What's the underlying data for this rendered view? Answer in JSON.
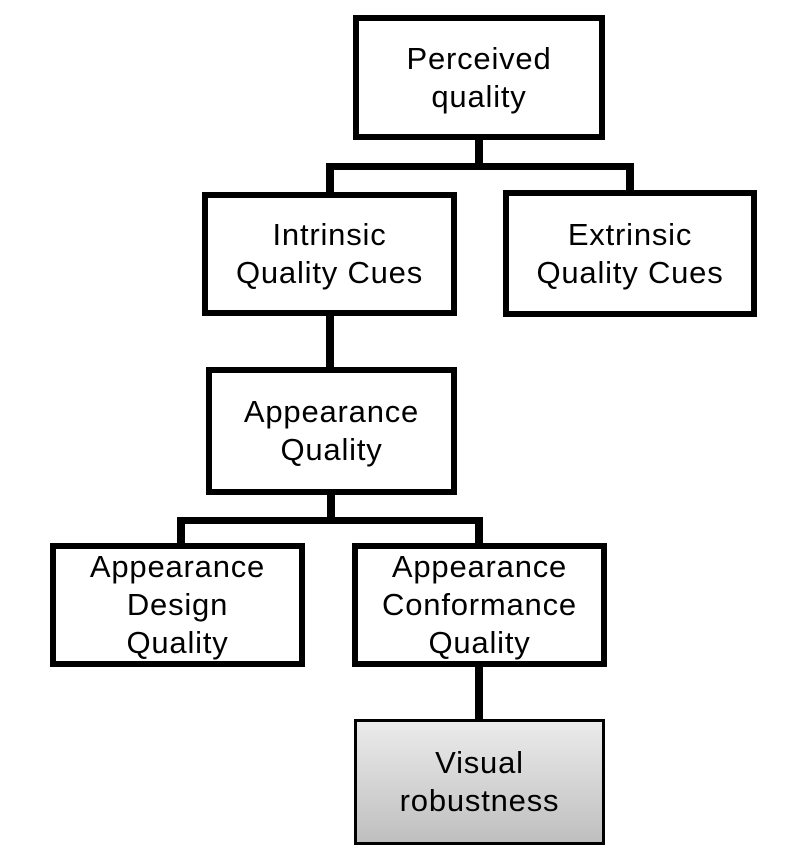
{
  "nodes": {
    "perceived": {
      "lines": [
        "Perceived",
        "quality"
      ]
    },
    "intrinsic": {
      "lines": [
        "Intrinsic",
        "Quality Cues"
      ]
    },
    "extrinsic": {
      "lines": [
        "Extrinsic",
        "Quality Cues"
      ]
    },
    "appearance_quality": {
      "lines": [
        "Appearance",
        "Quality"
      ]
    },
    "appearance_design": {
      "lines": [
        "Appearance",
        "Design",
        "Quality"
      ]
    },
    "appearance_conformance": {
      "lines": [
        "Appearance",
        "Conformance",
        "Quality"
      ]
    },
    "visual_robustness": {
      "lines": [
        "Visual",
        "robustness"
      ]
    }
  },
  "colors": {
    "border": "#000000",
    "connector": "#000000",
    "box-fill": "#ffffff",
    "text": "#000000",
    "background": "#ffffff",
    "highlight-top": "#ebebeb",
    "highlight-bottom": "#bfbfbf"
  }
}
